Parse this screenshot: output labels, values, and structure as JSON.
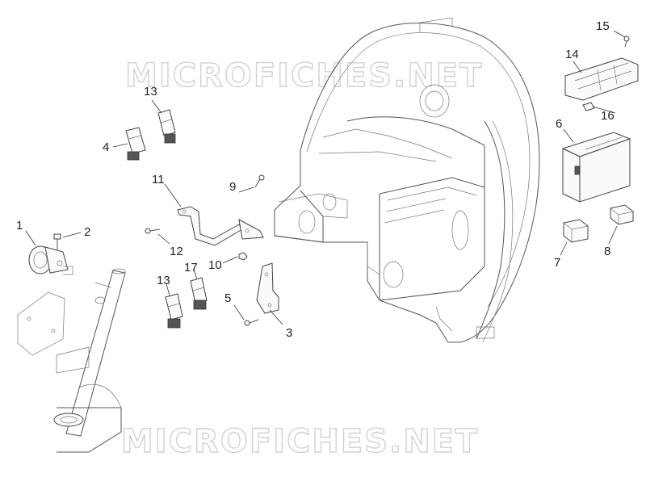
{
  "watermark": "MICROFICHES.NET",
  "callouts": {
    "c1": "1",
    "c2": "2",
    "c3": "3",
    "c4": "4",
    "c5": "5",
    "c6": "6",
    "c7": "7",
    "c8": "8",
    "c9": "9",
    "c10": "10",
    "c11": "11",
    "c12": "12",
    "c13a": "13",
    "c13b": "13",
    "c14": "14",
    "c15": "15",
    "c16": "16",
    "c17": "17"
  }
}
